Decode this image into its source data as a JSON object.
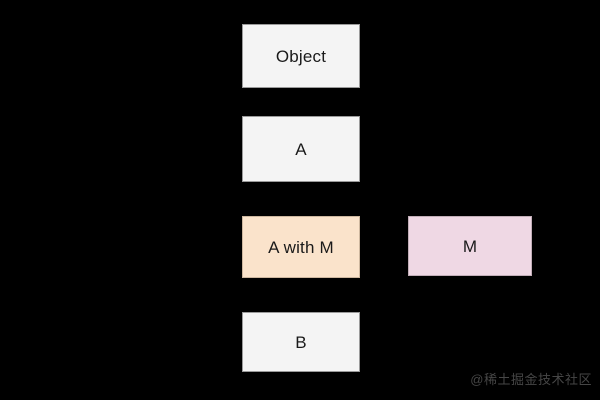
{
  "diagram": {
    "background_color": "#000000",
    "nodes": [
      {
        "id": "object",
        "label": "Object",
        "fill": "#f4f4f4",
        "stroke": "#9a9a9a",
        "text_color": "#1a1a1a"
      },
      {
        "id": "a",
        "label": "A",
        "fill": "#f4f4f4",
        "stroke": "#9a9a9a",
        "text_color": "#1a1a1a"
      },
      {
        "id": "a-with-m",
        "label": "A with M",
        "fill": "#fae3cb",
        "stroke": "#cdb79f",
        "text_color": "#1a1a1a"
      },
      {
        "id": "m",
        "label": "M",
        "fill": "#efd8e4",
        "stroke": "#c2aeb8",
        "text_color": "#1a1a1a"
      },
      {
        "id": "b",
        "label": "B",
        "fill": "#f4f4f4",
        "stroke": "#9a9a9a",
        "text_color": "#1a1a1a"
      }
    ]
  },
  "watermark": {
    "text": "@稀土掘金技术社区",
    "color": "#4a4a4a"
  }
}
